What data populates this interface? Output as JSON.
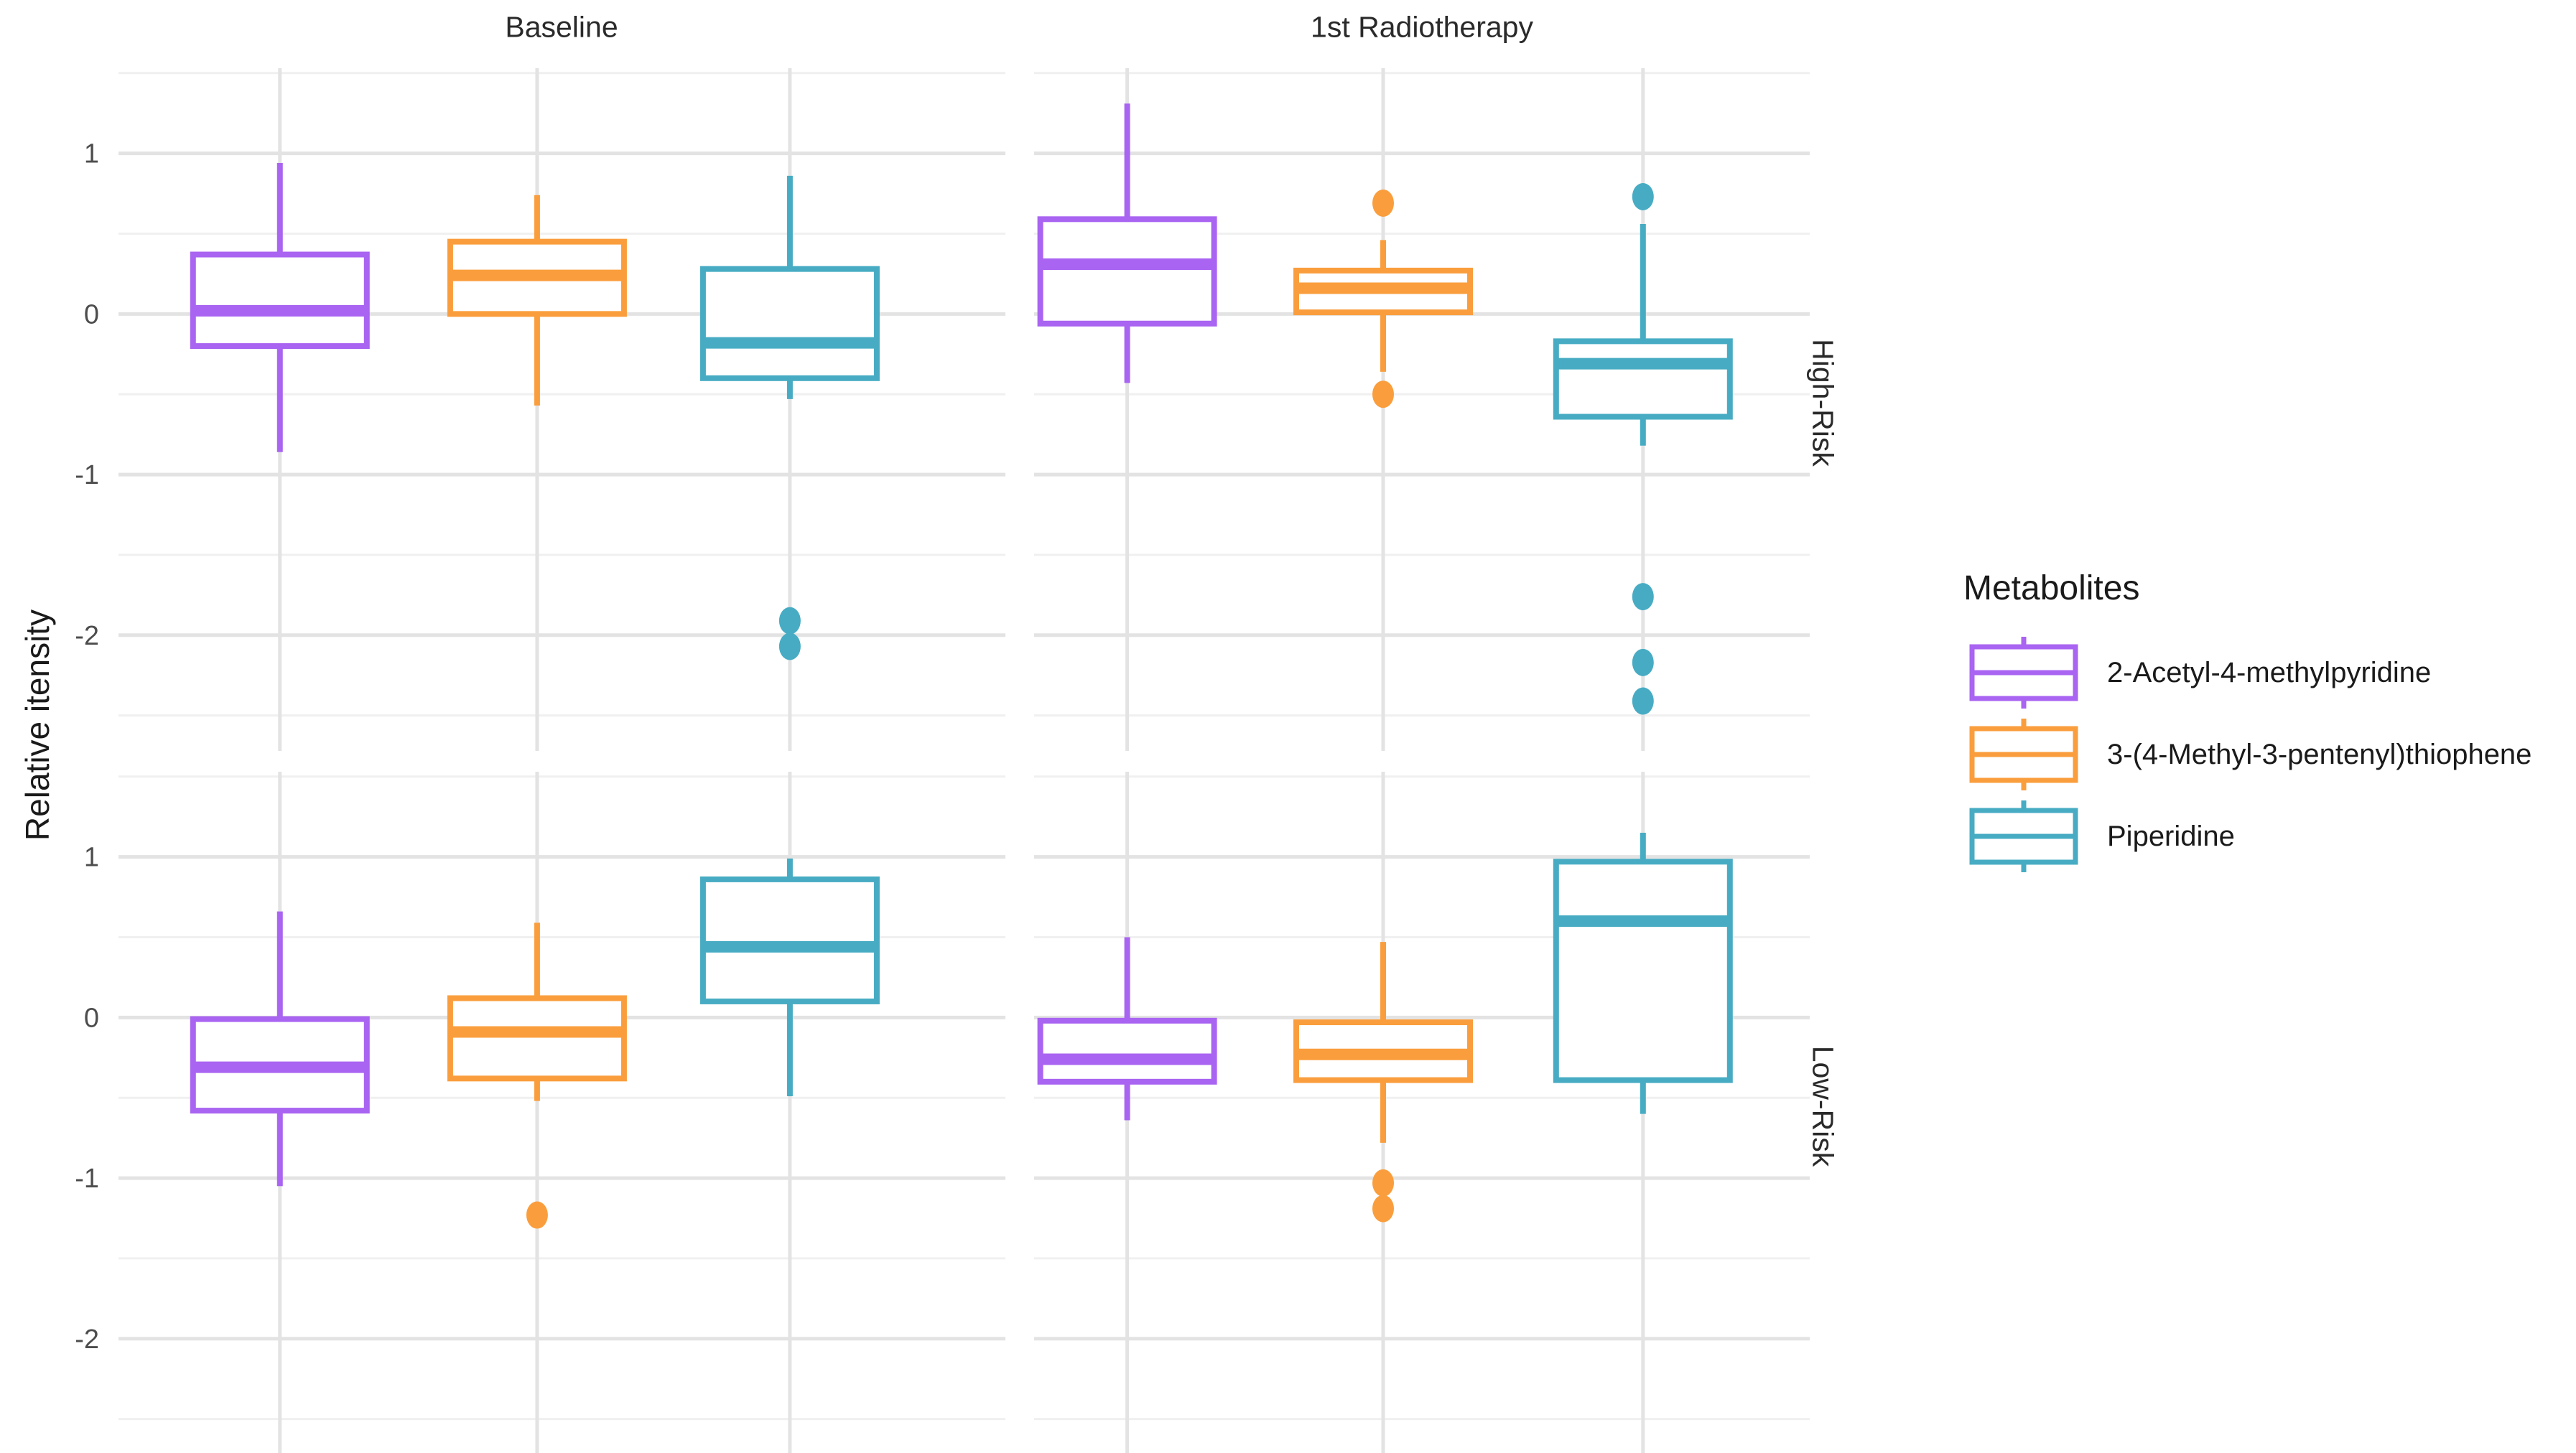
{
  "chart_data": {
    "type": "boxplot",
    "title": "",
    "xlabel": "",
    "ylabel": "Relative itensity",
    "col_facets": [
      "Baseline",
      "1st Radiotherapy"
    ],
    "row_facets": [
      "High-Risk",
      "Low-Risk"
    ],
    "legend_title": "Metabolites",
    "legend_position": "right",
    "grid": "on",
    "y_ticks": [
      1,
      0,
      -1,
      -2
    ],
    "y_minor_ticks": [
      1.5,
      0.5,
      -0.5,
      -1.5,
      -2.5
    ],
    "ylim": [
      -2.64,
      1.53
    ],
    "groups": [
      {
        "name": "2-Acetyl-4-methylpyridine",
        "color": "#A964F1"
      },
      {
        "name": "3-(4-Methyl-3-pentenyl)thiophene",
        "color": "#FA9E3D"
      },
      {
        "name": "Piperidine",
        "color": "#47ACC3"
      }
    ],
    "panels": [
      {
        "row": "High-Risk",
        "col": "Baseline",
        "boxes": [
          {
            "metabolite": "2-Acetyl-4-methylpyridine",
            "lower_whisker": -0.86,
            "q1": -0.2,
            "median": 0.02,
            "q3": 0.37,
            "upper_whisker": 0.94,
            "outliers": []
          },
          {
            "metabolite": "3-(4-Methyl-3-pentenyl)thiophene",
            "lower_whisker": -0.57,
            "q1": 0.0,
            "median": 0.24,
            "q3": 0.45,
            "upper_whisker": 0.74,
            "outliers": []
          },
          {
            "metabolite": "Piperidine",
            "lower_whisker": -0.53,
            "q1": -0.4,
            "median": -0.18,
            "q3": 0.28,
            "upper_whisker": 0.86,
            "outliers": [
              -1.91,
              -2.07
            ]
          }
        ]
      },
      {
        "row": "High-Risk",
        "col": "1st Radiotherapy",
        "boxes": [
          {
            "metabolite": "2-Acetyl-4-methylpyridine",
            "lower_whisker": -0.43,
            "q1": -0.06,
            "median": 0.31,
            "q3": 0.59,
            "upper_whisker": 1.31,
            "outliers": []
          },
          {
            "metabolite": "3-(4-Methyl-3-pentenyl)thiophene",
            "lower_whisker": -0.36,
            "q1": 0.01,
            "median": 0.16,
            "q3": 0.27,
            "upper_whisker": 0.46,
            "outliers": [
              0.69,
              -0.5
            ]
          },
          {
            "metabolite": "Piperidine",
            "lower_whisker": -0.82,
            "q1": -0.64,
            "median": -0.31,
            "q3": -0.17,
            "upper_whisker": 0.56,
            "outliers": [
              0.73,
              -1.76,
              -2.17,
              -2.41
            ]
          }
        ]
      },
      {
        "row": "Low-Risk",
        "col": "Baseline",
        "boxes": [
          {
            "metabolite": "2-Acetyl-4-methylpyridine",
            "lower_whisker": -1.05,
            "q1": -0.58,
            "median": -0.31,
            "q3": -0.01,
            "upper_whisker": 0.66,
            "outliers": []
          },
          {
            "metabolite": "3-(4-Methyl-3-pentenyl)thiophene",
            "lower_whisker": -0.52,
            "q1": -0.38,
            "median": -0.09,
            "q3": 0.12,
            "upper_whisker": 0.59,
            "outliers": [
              -1.23
            ]
          },
          {
            "metabolite": "Piperidine",
            "lower_whisker": -0.49,
            "q1": 0.1,
            "median": 0.44,
            "q3": 0.86,
            "upper_whisker": 0.99,
            "outliers": []
          }
        ]
      },
      {
        "row": "Low-Risk",
        "col": "1st Radiotherapy",
        "boxes": [
          {
            "metabolite": "2-Acetyl-4-methylpyridine",
            "lower_whisker": -0.64,
            "q1": -0.4,
            "median": -0.26,
            "q3": -0.02,
            "upper_whisker": 0.5,
            "outliers": []
          },
          {
            "metabolite": "3-(4-Methyl-3-pentenyl)thiophene",
            "lower_whisker": -0.78,
            "q1": -0.39,
            "median": -0.23,
            "q3": -0.03,
            "upper_whisker": 0.47,
            "outliers": [
              -1.03,
              -1.19
            ]
          },
          {
            "metabolite": "Piperidine",
            "lower_whisker": -0.6,
            "q1": -0.39,
            "median": 0.6,
            "q3": 0.97,
            "upper_whisker": 1.15,
            "outliers": []
          }
        ]
      }
    ],
    "colors": {
      "grid_major": "#E3E3E3",
      "grid_minor": "#F0F0F0",
      "tick_text": "#4D4D4D",
      "background": "#FFFFFF"
    }
  }
}
